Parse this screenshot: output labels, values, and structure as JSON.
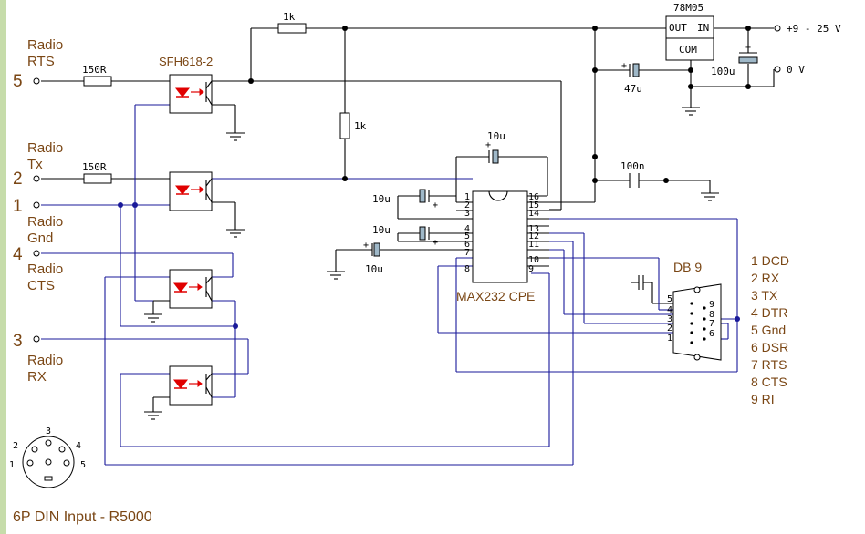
{
  "title": "6P DIN Input - R5000",
  "inputs": [
    {
      "pin": "5",
      "name1": "Radio",
      "name2": "RTS"
    },
    {
      "pin": "2",
      "name1": "Radio",
      "name2": "Tx"
    },
    {
      "pin": "1",
      "name1": "Radio",
      "name2": "Gnd"
    },
    {
      "pin": "4",
      "name1": "Radio",
      "name2": "CTS"
    },
    {
      "pin": "3",
      "name1": "Radio",
      "name2": "RX"
    }
  ],
  "components": {
    "resistor_top": "1k",
    "resistor_mid": "1k",
    "resistor_rts": "150R",
    "resistor_tx": "150R",
    "optocoupler": "SFH618-2",
    "regulator": "78M05",
    "reg_out": "OUT",
    "reg_in": "IN",
    "reg_com": "COM",
    "cap_47": "47u",
    "cap_100": "100u",
    "cap_100n": "100n",
    "cap_10_top": "10u",
    "cap_10_a": "10u",
    "cap_10_b": "10u",
    "cap_10_c": "10u",
    "ic": "MAX232 CPE",
    "db9": "DB 9"
  },
  "supply": {
    "pos": "+9 - 25 V",
    "gnd": "0 V"
  },
  "ic_pins_left": [
    "1",
    "2",
    "3",
    "4",
    "5",
    "6",
    "7",
    "8"
  ],
  "ic_pins_right": [
    "16",
    "15",
    "14",
    "13",
    "12",
    "11",
    "10",
    "9"
  ],
  "db9_pins_left": [
    "5",
    "4",
    "3",
    "2",
    "1"
  ],
  "db9_pins_right": [
    "9",
    "8",
    "7",
    "6"
  ],
  "legend": [
    "1 DCD",
    "2 RX",
    "3 TX",
    "4 DTR",
    "5 Gnd",
    "6 DSR",
    "7 RTS",
    "8 CTS",
    "9 RI"
  ],
  "din_pins": [
    "3",
    "2",
    "4",
    "1",
    "5"
  ]
}
